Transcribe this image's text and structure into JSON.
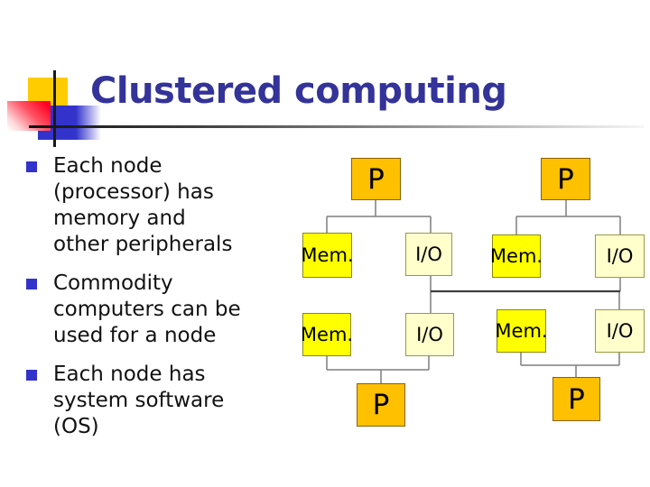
{
  "slide": {
    "title": "Clustered computing"
  },
  "bullets": [
    "Each node (processor) has memory and other peripherals",
    "Commodity computers can be used for a node",
    "Each node has system software (OS)"
  ],
  "diagram": {
    "description": "Four cluster nodes; each node has a processor (P) connected to memory (Mem.) and I/O; all four I/O blocks attach to a shared horizontal bus",
    "nodes": [
      {
        "position": "top-left",
        "p": "P",
        "mem": "Mem.",
        "io": "I/O"
      },
      {
        "position": "top-right",
        "p": "P",
        "mem": "Mem.",
        "io": "I/O"
      },
      {
        "position": "bottom-left",
        "p": "P",
        "mem": "Mem.",
        "io": "I/O"
      },
      {
        "position": "bottom-right",
        "p": "P",
        "mem": "Mem.",
        "io": "I/O"
      }
    ]
  },
  "colors": {
    "title": "#333399",
    "bullet-marker": "#3333CC",
    "processor": "#FFC000",
    "memory": "#FFFF00",
    "io": "#FFFFCC",
    "connector": "#7F7F7F",
    "bus": "#3F3F3F",
    "decor-yellow": "#FFCC00",
    "decor-blue": "#3333CC",
    "decor-red": "#FF0022"
  }
}
